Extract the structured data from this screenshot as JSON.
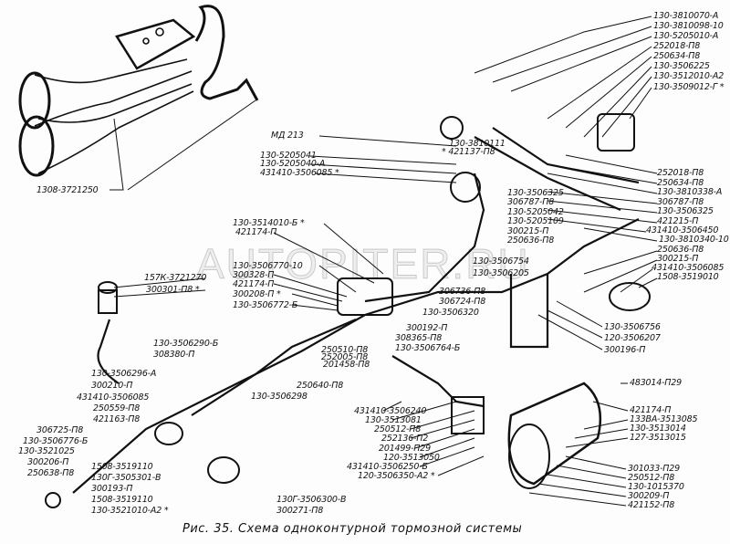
{
  "figure": {
    "caption": "Рис. 35. Схема одноконтурной тормозной системы",
    "watermark": "AUTOPITER.RU",
    "labels": [
      "130-3810070-А",
      "130-3810098-10",
      "130-5205010-А",
      "252018-П8",
      "250634-П8",
      "130-3506225",
      "130-3512010-А2",
      "130-3509012-Г *",
      "252018-П8",
      "250634-П8",
      "130-3810338-А",
      "306787-П8",
      "130-3506325",
      "421215-П",
      "431410-3506450",
      "130-3810340-10",
      "250636-П8",
      "300215-П",
      "431410-3506085",
      "1508-3519010",
      "МД 213",
      "130-5205041",
      "130-5205040-А",
      "431410-3506085 *",
      "130-3810111",
      "* 421137-П8",
      "130-3506325",
      "306787-П8",
      "130-5205042",
      "130-5205109",
      "300215-П",
      "250636-П8",
      "130-3506754",
      "130-3506205",
      "130-3514010-Б *",
      "421174-П",
      "130-3506770-10",
      "300328-П",
      "421174-П",
      "300208-П *",
      "130-3506772-Б",
      "157К-3721270",
      "300301-П8 *",
      "306736-П8",
      "306724-П8",
      "130-3506320",
      "300192-П",
      "308365-П8",
      "130-3506764-Б",
      "250510-П8",
      "252005-П8",
      "201458-П8",
      "130-3506290-Б",
      "308380-П",
      "130-3506296-А",
      "300210-П",
      "431410-3506085",
      "250559-П8",
      "421163-П8",
      "306725-П8",
      "130-3506776-Б",
      "130-3521025",
      "300206-П",
      "250638-П8",
      "250640-П8",
      "130-3506298",
      "1508-3519110",
      "130Г-3505301-В",
      "300193-П",
      "1508-3519110",
      "130-3521010-А2 *",
      "130Г-3506300-В",
      "300271-П8",
      "130-3506756",
      "120-3506207",
      "300196-П",
      "483014-П29",
      "421174-П",
      "133ВА-3513085",
      "130-3513014",
      "127-3513015",
      "301033-П29",
      "250512-П8",
      "130-1015370",
      "300209-П",
      "421152-П8",
      "431410-3506240",
      "130-3513081",
      "250512-П8",
      "252136-П2",
      "201499-П29",
      "120-3513050",
      "431410-3506250-Б",
      "120-3506350-А2 *",
      "1308-3721250"
    ]
  }
}
